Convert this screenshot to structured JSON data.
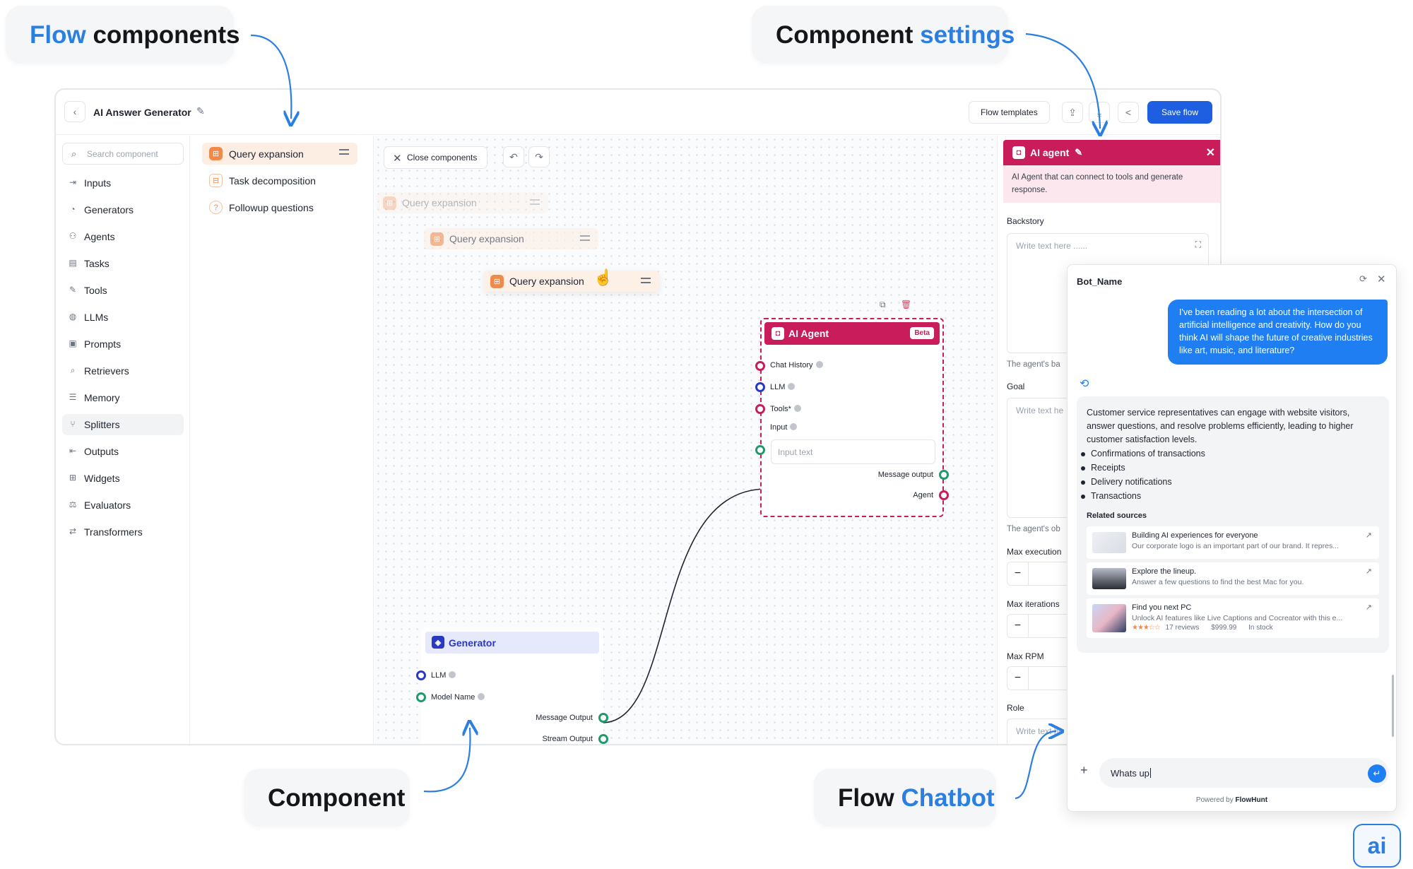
{
  "callouts": {
    "flow_components": {
      "accent": "Flow",
      "rest": " components"
    },
    "component_settings": {
      "rest": "Component ",
      "accent": "settings"
    },
    "component": "Component",
    "flow_chatbot": {
      "rest": "Flow ",
      "accent": "Chatbot"
    }
  },
  "topbar": {
    "title": "AI Answer Generator",
    "flow_templates": "Flow templates",
    "save_flow": "Save flow"
  },
  "sidebar": {
    "search_placeholder": "Search component",
    "items": [
      {
        "label": "Inputs",
        "icon": "input-icon"
      },
      {
        "label": "Generators",
        "icon": "generator-icon"
      },
      {
        "label": "Agents",
        "icon": "agent-icon"
      },
      {
        "label": "Tasks",
        "icon": "task-icon"
      },
      {
        "label": "Tools",
        "icon": "wrench-icon"
      },
      {
        "label": "LLMs",
        "icon": "brain-icon"
      },
      {
        "label": "Prompts",
        "icon": "prompt-icon"
      },
      {
        "label": "Retrievers",
        "icon": "search-icon"
      },
      {
        "label": "Memory",
        "icon": "database-icon"
      },
      {
        "label": "Splitters",
        "icon": "branch-icon"
      },
      {
        "label": "Outputs",
        "icon": "output-icon"
      },
      {
        "label": "Widgets",
        "icon": "grid-icon"
      },
      {
        "label": "Evaluators",
        "icon": "scale-icon"
      },
      {
        "label": "Transformers",
        "icon": "transform-icon"
      }
    ],
    "active_item": "Splitters"
  },
  "component_list": {
    "items": [
      {
        "label": "Query expansion"
      },
      {
        "label": "Task decomposition"
      },
      {
        "label": "Followup questions"
      }
    ]
  },
  "canvas": {
    "close_components": "Close components",
    "ghost_label": "Query expansion",
    "ai_agent": {
      "title": "AI Agent",
      "badge": "Beta",
      "inputs": [
        "Chat History",
        "LLM",
        "Tools*"
      ],
      "input_label": "Input",
      "input_placeholder": "Input text",
      "outputs": [
        "Message output",
        "Agent"
      ]
    },
    "generator": {
      "title": "Generator",
      "inputs": [
        "LLM",
        "Model Name"
      ],
      "outputs": [
        "Message Output",
        "Stream Output"
      ]
    }
  },
  "settings": {
    "title": "AI agent",
    "description": "AI Agent that can connect to tools and generate response.",
    "backstory_label": "Backstory",
    "placeholder": "Write text here ......",
    "backstory_hint": "The agent's ba",
    "goal_label": "Goal",
    "goal_placeholder": "Write text he",
    "goal_hint": "The agent's ob",
    "max_execution_label": "Max execution",
    "max_iterations_label": "Max iterations",
    "max_rpm_label": "Max RPM",
    "role_label": "Role",
    "role_placeholder": "Write text he"
  },
  "chatbot": {
    "bot_name": "Bot_Name",
    "user_message": "I've been reading a lot about the intersection of artificial intelligence and creativity. How do you think AI will shape the future of creative industries like art, music, and literature?",
    "bot_text": "Customer service representatives can engage with website visitors, answer questions, and resolve problems efficiently, leading to higher customer satisfaction levels.",
    "bullets": [
      "Confirmations of transactions",
      "Receipts",
      "Delivery notifications",
      "Transactions"
    ],
    "related_title": "Related sources",
    "sources": [
      {
        "title": "Building AI experiences for everyone",
        "desc": "Our corporate logo is an important part of our brand. It repres..."
      },
      {
        "title": "Explore the lineup.",
        "desc": "Answer a few questions to find the best Mac for you."
      },
      {
        "title": "Find you next PC",
        "desc": "Unlock AI features like Live Captions and Cocreator with this e...",
        "reviews": "17 reviews",
        "price": "$999.99",
        "stock": "In stock",
        "rating": 3.5
      }
    ],
    "input_value": "Whats up",
    "powered_prefix": "Powered by ",
    "powered_brand": "FlowHunt"
  },
  "colors": {
    "accent_blue": "#2b7fe0",
    "agent_pink": "#c81d5a",
    "save_blue": "#1d5fe0",
    "component_orange": "#f08a4b",
    "generator_indigo": "#2a39c4",
    "port_green": "#1f9a6b"
  }
}
